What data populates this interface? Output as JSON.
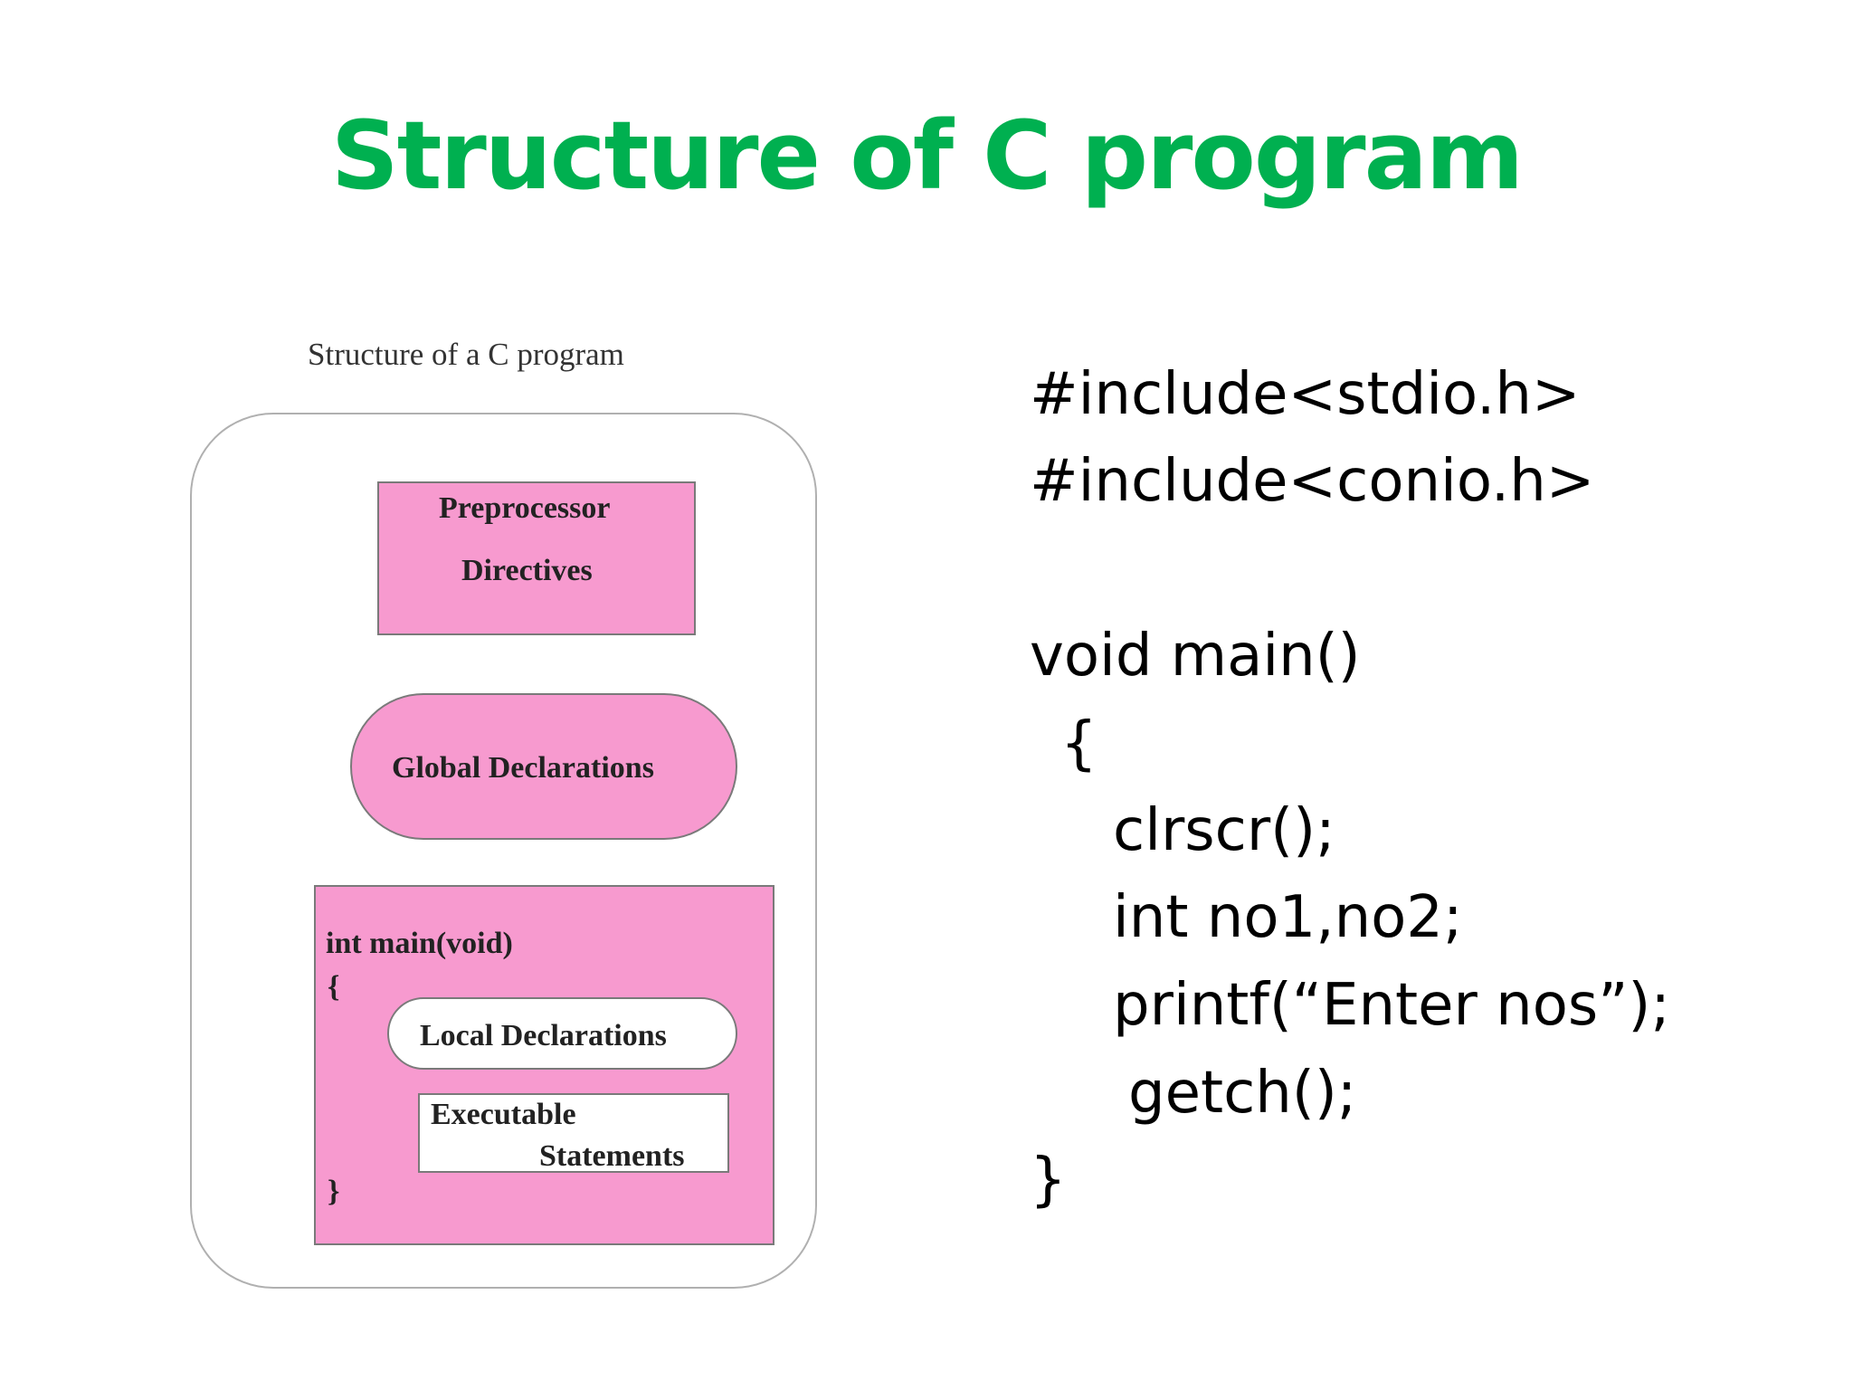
{
  "slide": {
    "title": "Structure of C program"
  },
  "diagram": {
    "caption": "Structure of a C program",
    "preprocessor": {
      "line1": "Preprocessor",
      "line2": "Directives"
    },
    "global": "Global Declarations",
    "main": {
      "signature": "int main(void)",
      "open_brace": "{",
      "close_brace": "}",
      "local": "Local Declarations",
      "exec_line1": "Executable",
      "exec_line2": "Statements"
    },
    "colors": {
      "block_fill": "#f79acf",
      "title_green": "#00b050"
    }
  },
  "code": {
    "lines": [
      "#include<stdio.h>",
      "#include<conio.h>",
      "",
      "void main()",
      "  {",
      "     clrscr();",
      "     int no1,no2;",
      "     printf(“Enter nos”);",
      "      getch();",
      "}"
    ]
  }
}
